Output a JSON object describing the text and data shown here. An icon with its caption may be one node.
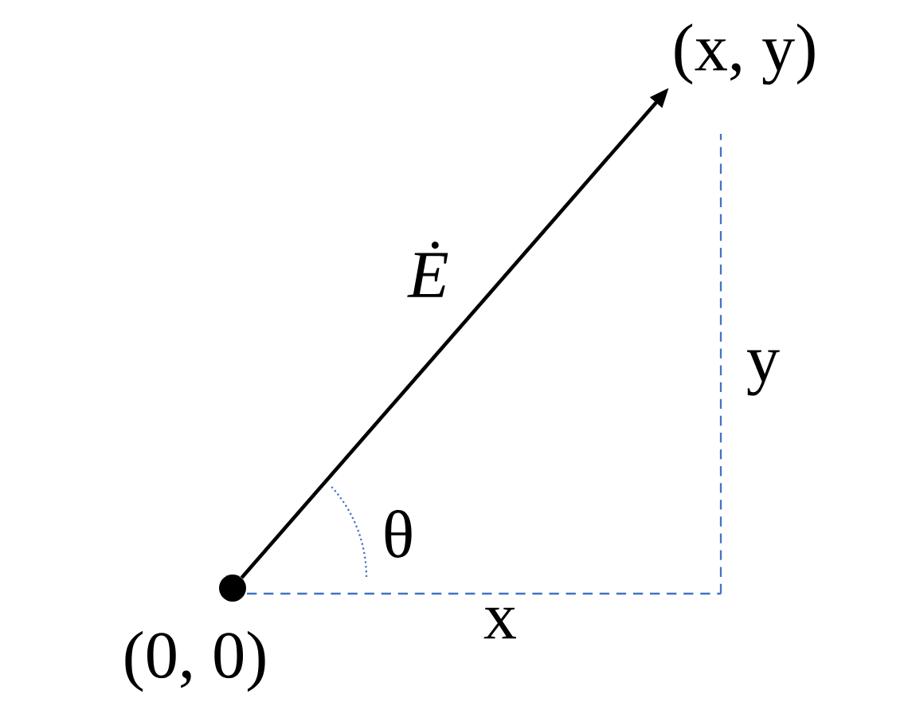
{
  "diagram": {
    "nodes": [
      {
        "text": [],
        "shape": "circle",
        "beside": [
          "(0, 0)"
        ]
      },
      {
        "text": [
          "(x, y)"
        ]
      }
    ],
    "edges": [
      {
        "from": 0,
        "to": 1,
        "arrow": "to",
        "label": "Ė"
      }
    ],
    "labels": [
      "y",
      "θ",
      "x"
    ]
  }
}
